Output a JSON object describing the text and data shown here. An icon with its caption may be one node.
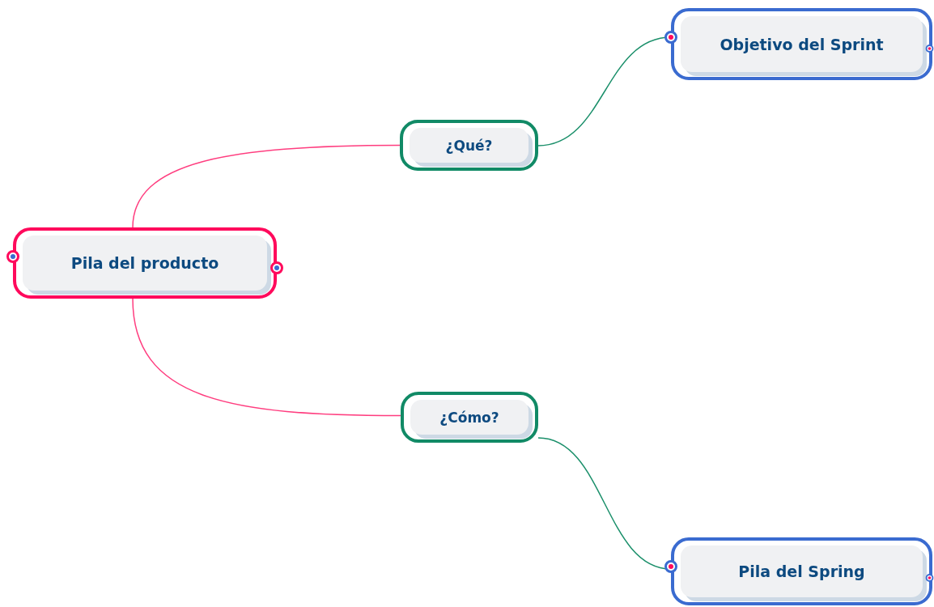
{
  "diagram": {
    "nodes": [
      {
        "text": [
          "Pila del producto"
        ]
      },
      {
        "text": [
          "¿Qué?"
        ]
      },
      {
        "text": [
          "Objetivo del Sprint"
        ]
      },
      {
        "text": [
          "¿Cómo?"
        ]
      },
      {
        "text": [
          "Pila del Spring"
        ]
      }
    ],
    "edges": [
      {
        "from": 0,
        "to": 1,
        "arrow": "none",
        "color": "#ff3d7f"
      },
      {
        "from": 1,
        "to": 2,
        "arrow": "none",
        "color": "#1a8f6a"
      },
      {
        "from": 0,
        "to": 3,
        "arrow": "none",
        "color": "#ff3d7f"
      },
      {
        "from": 3,
        "to": 4,
        "arrow": "none",
        "color": "#1a8f6a"
      }
    ]
  }
}
